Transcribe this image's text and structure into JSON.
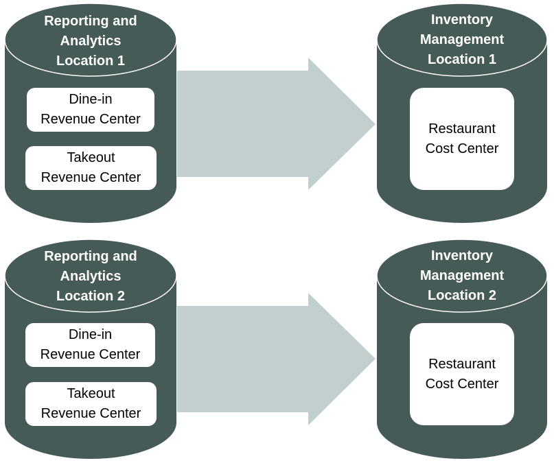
{
  "colors": {
    "cylinder_fill": "#465a58",
    "cylinder_outline": "#ffffff",
    "arrow_fill": "#c2cfce",
    "box_fill": "#ffffff"
  },
  "rows": [
    {
      "source": {
        "title": [
          "Reporting and",
          "Analytics",
          "Location 1"
        ],
        "centers": [
          [
            "Dine-in",
            "Revenue Center"
          ],
          [
            "Takeout",
            "Revenue Center"
          ]
        ]
      },
      "target": {
        "title": [
          "Inventory",
          "Management",
          "Location 1"
        ],
        "centers": [
          [
            "Restaurant",
            "Cost Center"
          ]
        ]
      }
    },
    {
      "source": {
        "title": [
          "Reporting and",
          "Analytics",
          "Location 2"
        ],
        "centers": [
          [
            "Dine-in",
            "Revenue Center"
          ],
          [
            "Takeout",
            "Revenue Center"
          ]
        ]
      },
      "target": {
        "title": [
          "Inventory",
          "Management",
          "Location 2"
        ],
        "centers": [
          [
            "Restaurant",
            "Cost Center"
          ]
        ]
      }
    }
  ]
}
